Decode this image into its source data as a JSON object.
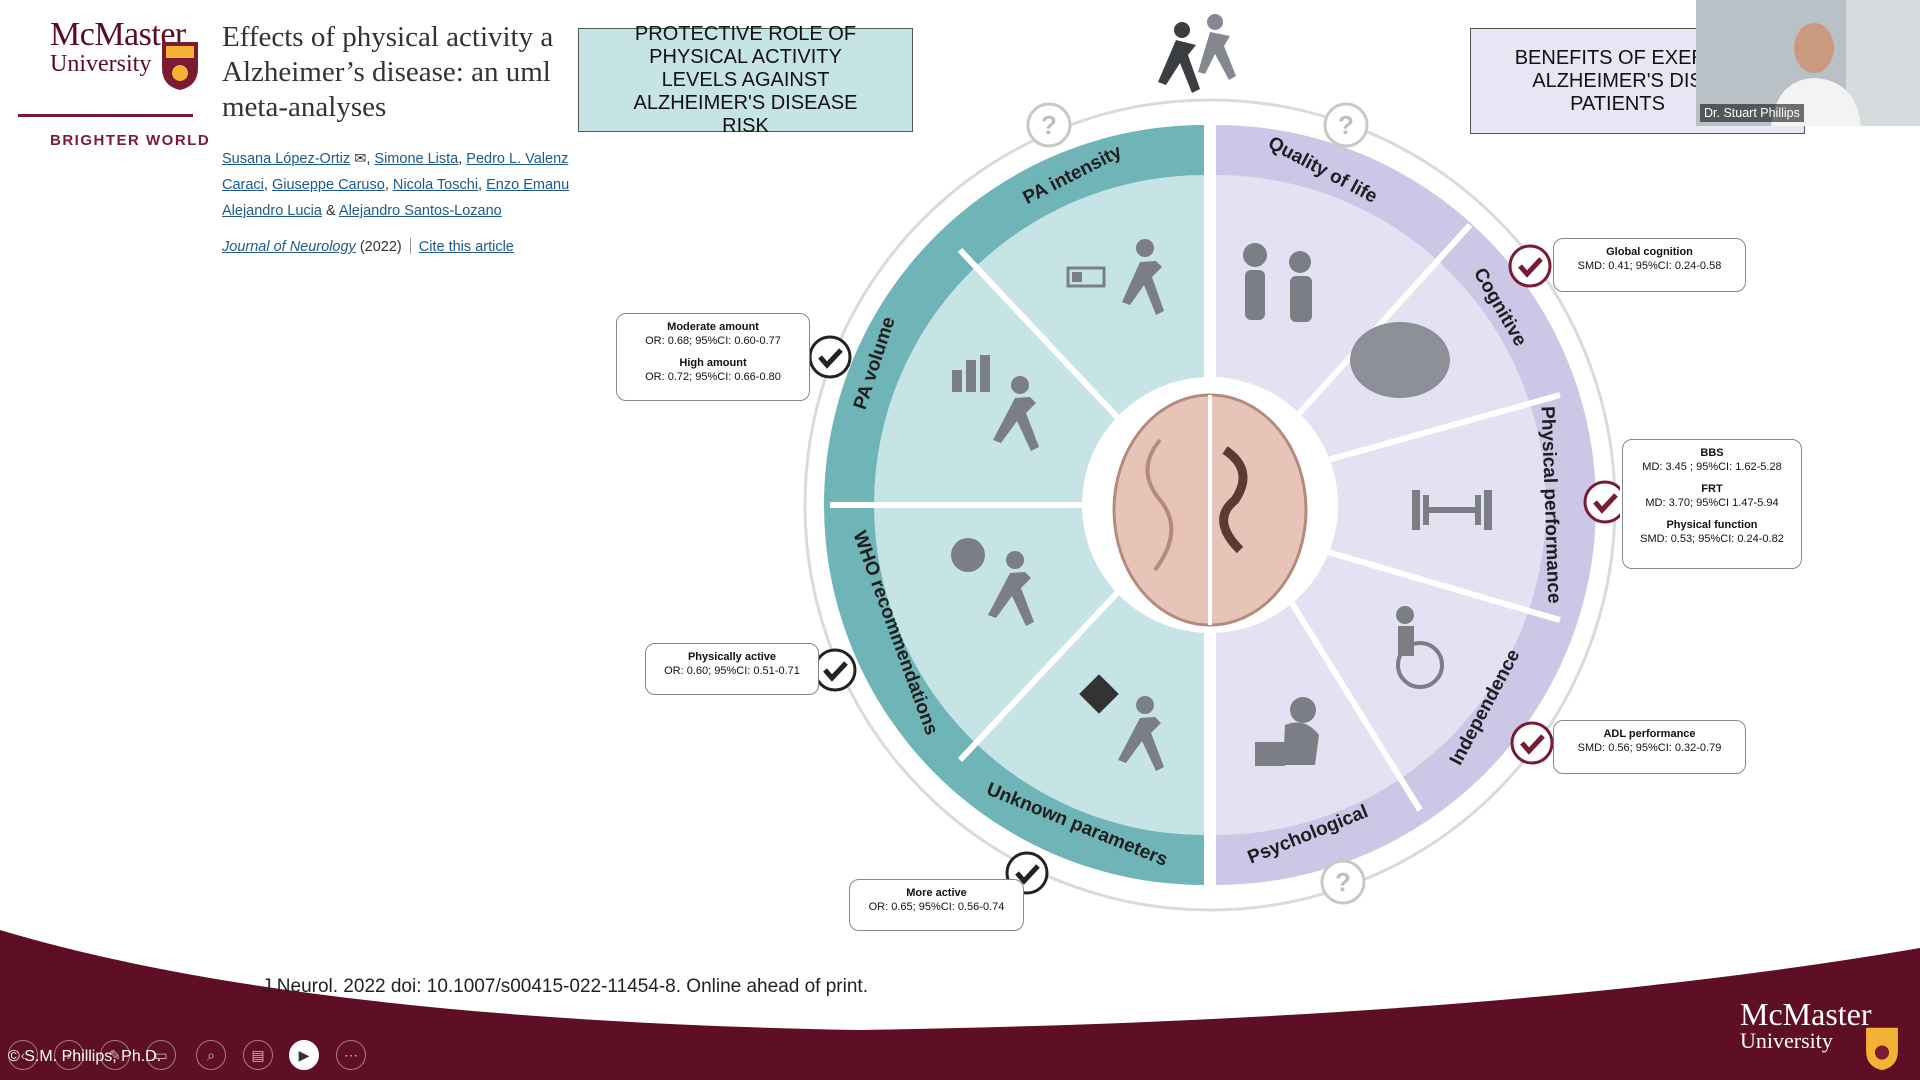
{
  "branding": {
    "logo_line1": "McMaster",
    "logo_line2": "University",
    "tagline": "BRIGHTER WORLD",
    "band_logo_line1": "McMaster",
    "band_logo_line2": "University"
  },
  "article": {
    "title": "Effects of physical activity a Alzheimer’s disease: an uml meta-analyses",
    "authors": [
      "Susana López-Ortiz",
      "Simone Lista",
      "Pedro L. Valenz",
      "Caraci",
      "Giuseppe Caruso",
      "Nicola Toschi",
      "Enzo Emanu",
      "Alejandro Lucia",
      "Alejandro Santos-Lozano"
    ],
    "journal": "Journal of Neurology",
    "year": "(2022)",
    "cite_link": "Cite this article"
  },
  "boxes": {
    "left": "PROTECTIVE ROLE OF PHYSICAL ACTIVITY LEVELS AGAINST ALZHEIMER'S DISEASE RISK",
    "right": "BENEFITS OF EXERC ALZHEIMER'S DIS PATIENTS"
  },
  "webcam": {
    "name": "Dr. Stuart Phillips"
  },
  "wheel": {
    "left_segments": [
      "PA intensity",
      "PA volume",
      "WHO recommendations",
      "Unknown parameters"
    ],
    "right_segments": [
      "Quality of life",
      "Cognitive",
      "Physical performance",
      "Independence",
      "Psychological"
    ],
    "question_mark": "?"
  },
  "callouts": {
    "pa_volume": {
      "line1_title": "Moderate amount",
      "line1_value": "OR: 0.68; 95%CI: 0.60-0.77",
      "line2_title": "High amount",
      "line2_value": "OR: 0.72; 95%CI: 0.66-0.80"
    },
    "who": {
      "title": "Physically active",
      "value": "OR: 0.60; 95%CI: 0.51-0.71"
    },
    "unknown": {
      "title": "More  active",
      "value": "OR: 0.65; 95%CI: 0.56-0.74"
    },
    "cognitive": {
      "title": "Global cognition",
      "value": "SMD: 0.41; 95%CI: 0.24-0.58"
    },
    "physical": {
      "t1": "BBS",
      "v1": "MD: 3.45 ; 95%CI: 1.62-5.28",
      "t2": "FRT",
      "v2": "MD: 3.70; 95%CI 1.47-5.94",
      "t3": "Physical function",
      "v3": "SMD: 0.53; 95%CI: 0.24-0.82"
    },
    "independence": {
      "title": "ADL performance",
      "value": "SMD: 0.56; 95%CI: 0.32-0.79"
    }
  },
  "footer": {
    "doi": "J Neurol. 2022 doi: 10.1007/s00415-022-11454-8. Online ahead of print.",
    "copyright": "© S.M. Phillips, Ph.D."
  },
  "colors": {
    "maroon": "#5e0f25",
    "teal_light": "#c6e3e6",
    "teal_dark": "#6fb4b7",
    "lavender_light": "#e3e1f2",
    "lavender_dark": "#cbc7e6"
  }
}
